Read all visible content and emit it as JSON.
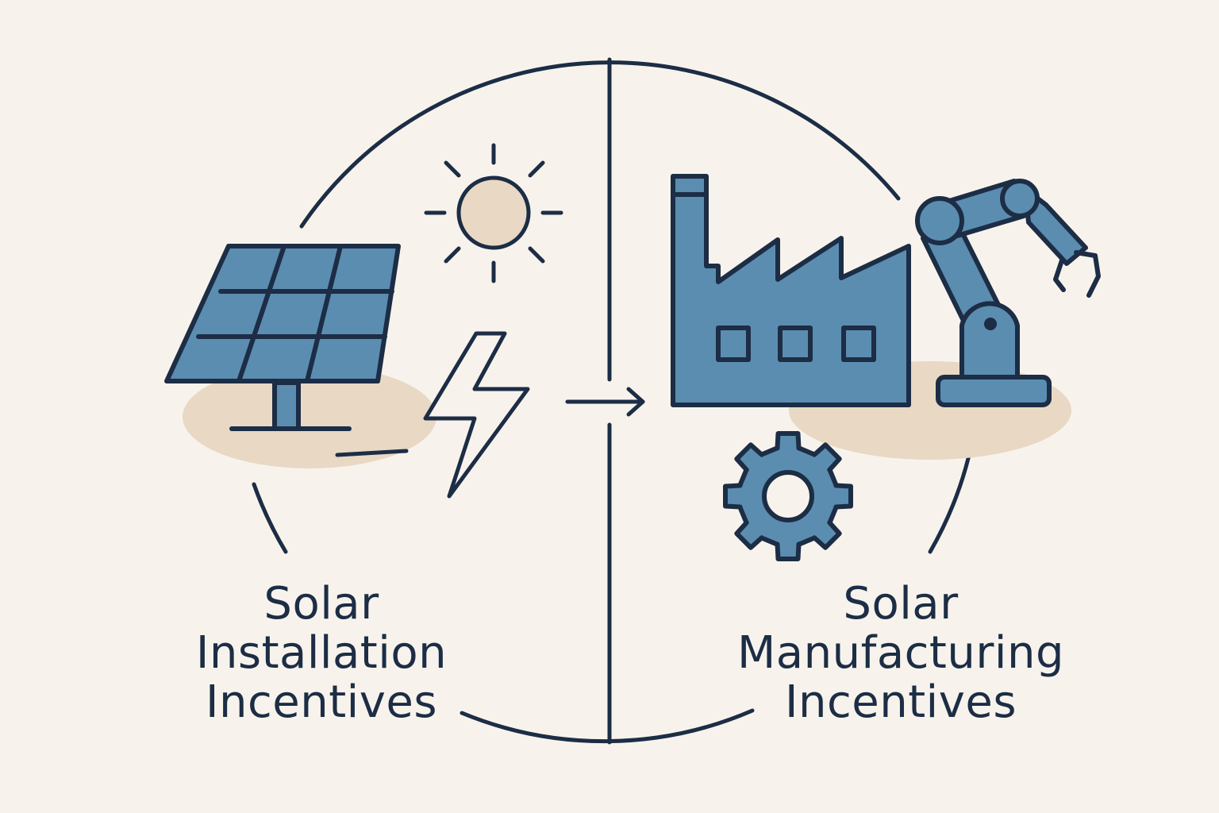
{
  "colors": {
    "background": "#f7f3ec",
    "ink": "#1c2d45",
    "blue": "#5b8db0",
    "sand": "#e8d8c4"
  },
  "left": {
    "label_lines": [
      "Solar",
      "Installation",
      "Incentives"
    ],
    "icons": [
      "solar-panel-icon",
      "sun-icon",
      "lightning-bolt-icon"
    ]
  },
  "right": {
    "label_lines": [
      "Solar",
      "Manufacturing",
      "Incentives"
    ],
    "icons": [
      "factory-icon",
      "robotic-arm-icon",
      "gear-icon"
    ]
  },
  "connector": {
    "icon": "arrow-right-icon"
  }
}
